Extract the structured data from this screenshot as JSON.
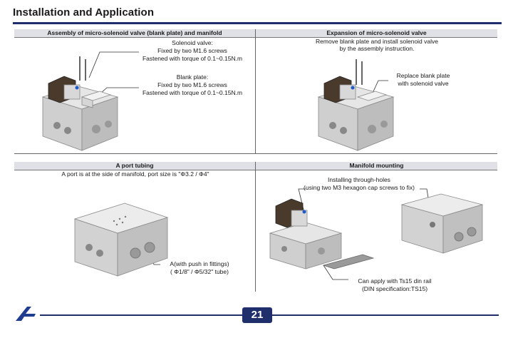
{
  "page_title": "Installation and Application",
  "page_number": "21",
  "panels": {
    "assembly": {
      "header": "Assembly of  micro-solenoid valve (blank plate) and manifold",
      "solenoid": [
        "Solenoid valve:",
        "Fixed by two M1.6 screws",
        "Fastened with torque of 0.1~0.15N.m"
      ],
      "blank": [
        "Blank plate:",
        "Fixed by two M1.6 screws",
        "Fastened with torque of 0.1~0.15N.m"
      ]
    },
    "expansion": {
      "header": "Expansion of micro-solenoid valve",
      "desc": [
        "Remove blank plate and install solenoid valve",
        "by the assembly instruction."
      ],
      "callout": [
        "Replace blank plate",
        "with solenoid valve"
      ]
    },
    "aport": {
      "header": "A port tubing",
      "desc": "A port is at the side of manifold, port size is \"Φ3.2 /  Φ4\"",
      "callout": [
        "A(with push in fittings)",
        "( Φ1/8\" /  Φ5/32\" tube)"
      ]
    },
    "mounting": {
      "header": "Manifold mounting",
      "holes": [
        "Installing through-holes",
        "(using two M3 hexagon cap screws to fix)"
      ],
      "din": [
        "Can apply with Ts15 din rail",
        "(DIN specification:TS15)"
      ]
    }
  },
  "colors": {
    "accent": "#1f2f6b",
    "header_bg": "#dfe1e6"
  }
}
